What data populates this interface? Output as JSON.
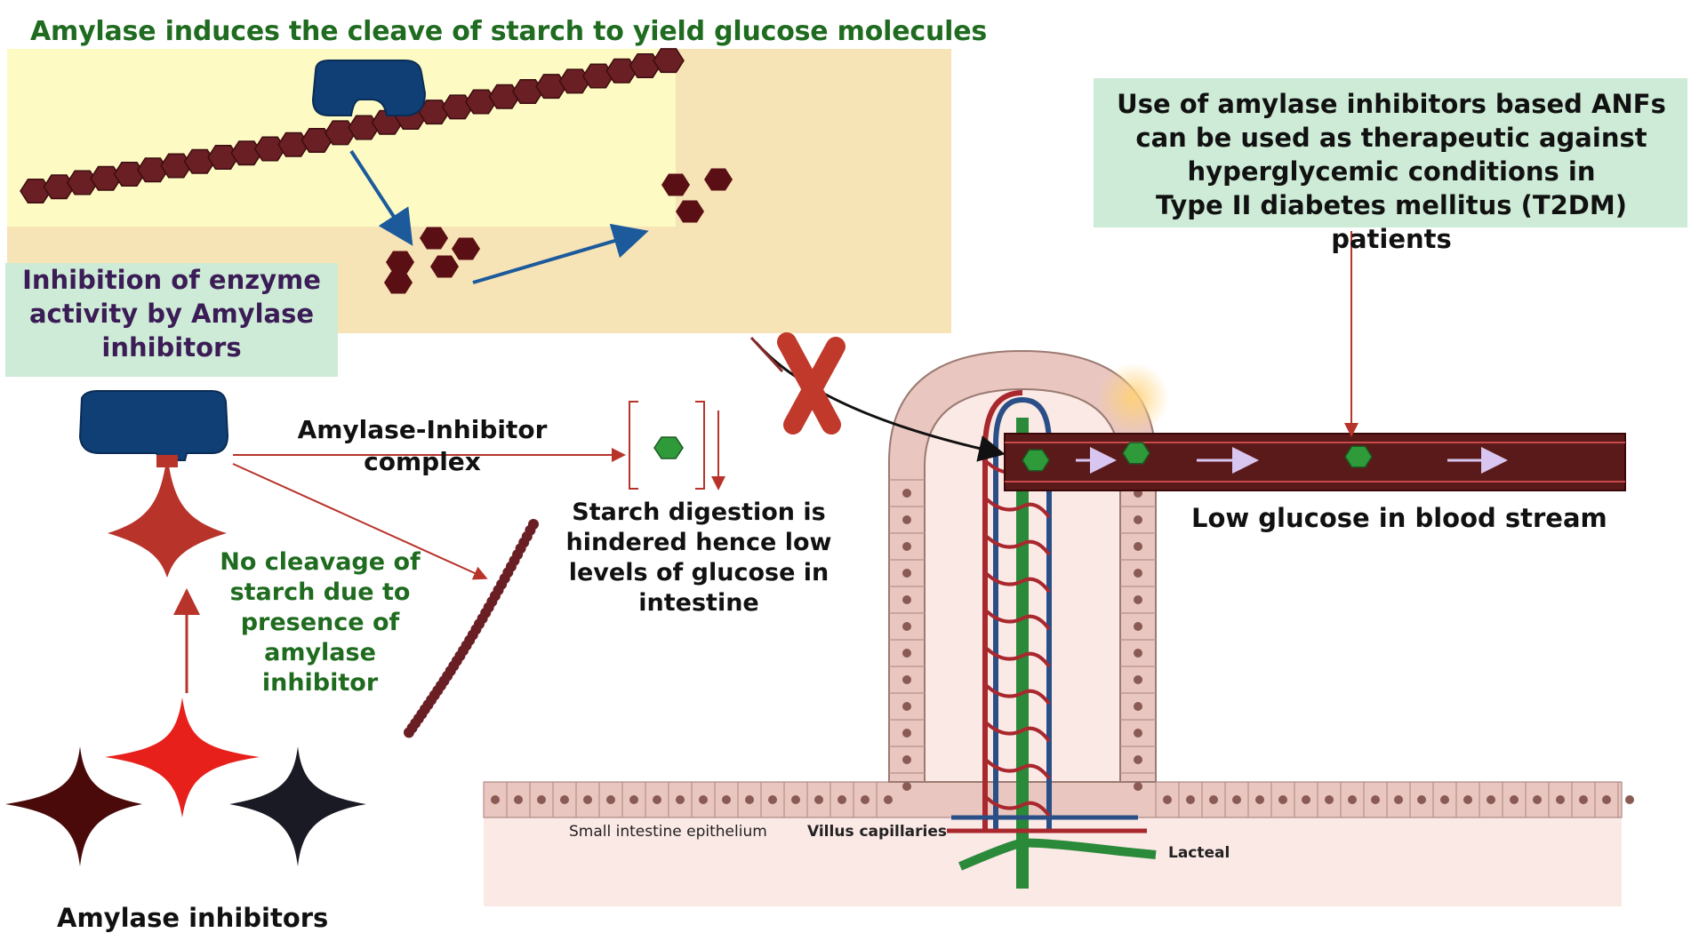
{
  "top_title": "Amylase induces the cleave of starch to yield glucose molecules",
  "inhibition_box": {
    "lines": [
      "Inhibition of enzyme",
      "activity by Amylase",
      "inhibitors"
    ]
  },
  "therapeutic_box": {
    "lines": [
      "Use of amylase inhibitors based ANFs",
      "can be used as therapeutic against",
      "hyperglycemic conditions in",
      "Type II diabetes mellitus (T2DM) patients"
    ]
  },
  "complex_label": {
    "lines": [
      "Amylase-Inhibitor",
      "complex"
    ]
  },
  "no_cleavage_label": {
    "lines": [
      "No cleavage of",
      "starch due to",
      "presence of",
      "amylase inhibitor"
    ]
  },
  "starch_hindered_label": {
    "lines": [
      "Starch digestion is",
      "hindered hence low",
      "levels of glucose in",
      "intestine"
    ]
  },
  "low_glucose_label": "Low glucose in blood stream",
  "inhibitors_label": "Amylase inhibitors",
  "villus_labels": {
    "epithelium": "Small intestine epithelium",
    "capillaries": "Villus capillaries",
    "lacteal": "Lacteal"
  },
  "colors": {
    "top_panel_light": "#fdfbc3",
    "top_panel_tan": "#f7e4b6",
    "box_green": "#cdebd6",
    "enzyme_blue": "#0f3f75",
    "starch_bead": "#6a1f24",
    "glucose_dark": "#5a0f14",
    "glucose_green": "#2f9a3a",
    "arrow_blue": "#1c5a9c",
    "inhibitor_red": "#e8201c",
    "inhibitor_brick": "#b8332a",
    "inhibitor_dark": "#4a0a0a",
    "inhibitor_black": "#1a1a24",
    "vessel": "#5a1a1a",
    "x_mark": "#c0392b"
  }
}
